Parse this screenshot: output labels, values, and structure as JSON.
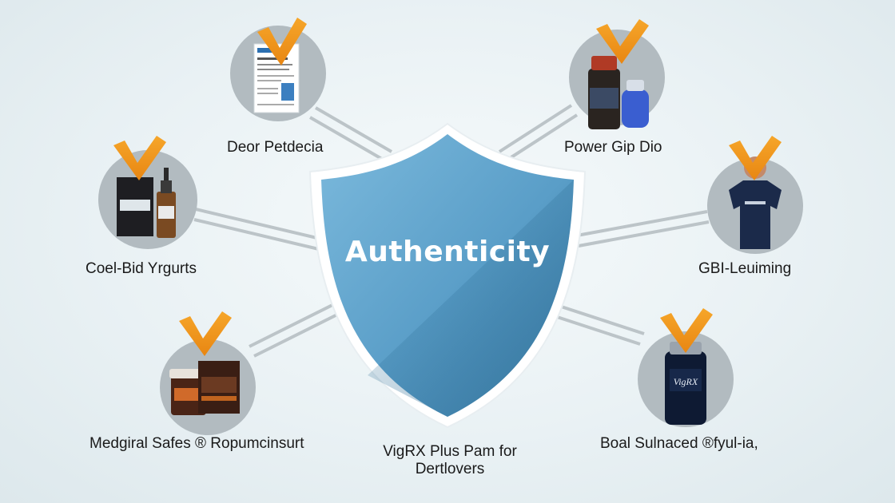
{
  "shield": {
    "title": "Authenticity"
  },
  "nodes": [
    {
      "id": "top-left",
      "label": "Deor Petdecia",
      "icon": "document-icon"
    },
    {
      "id": "mid-left",
      "label": "Coel-Bid Yrɡurts",
      "icon": "supplement-box-bottle-icon"
    },
    {
      "id": "bottom-left",
      "label": "Medgiral Safes ® Ropumcinsurt",
      "icon": "supplement-jar-box-icon"
    },
    {
      "id": "top-right",
      "label": "Power Gip Dio",
      "icon": "supplement-bottles-icon"
    },
    {
      "id": "mid-right",
      "label": "GBI-Leuiming",
      "icon": "person-tshirt-icon"
    },
    {
      "id": "bottom-right",
      "label": "Boal Sulnaced ®fyul-ia,",
      "icon": "vigrx-bottle-icon"
    }
  ],
  "bottom_center": {
    "line1": "VigRX Plus Pam for",
    "line2": "Dertlovers"
  },
  "colors": {
    "shield_light": "#6fb0d4",
    "shield_dark": "#3b7ea6",
    "check": "#f39c1e",
    "connector": "#bfc6ca"
  }
}
